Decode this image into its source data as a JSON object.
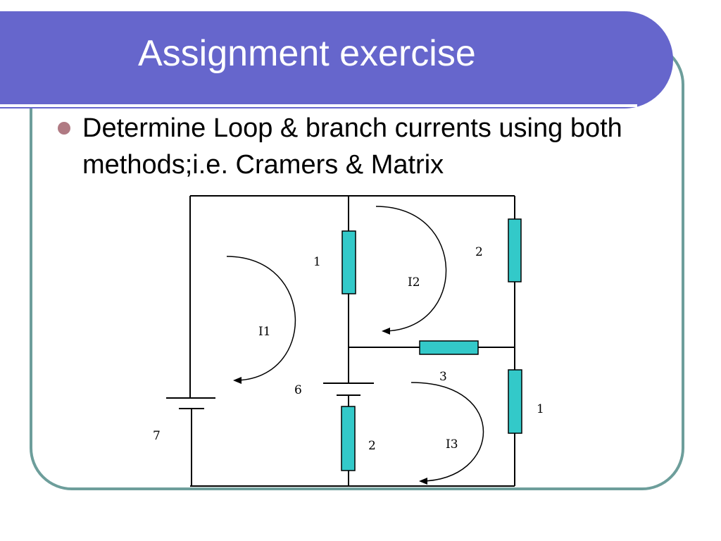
{
  "slide": {
    "title": "Assignment exercise",
    "bullets": [
      "Determine Loop & branch currents using both methods;i.e. Cramers & Matrix"
    ]
  },
  "circuit": {
    "resistor_labels": [
      "1",
      "2",
      "3",
      "1",
      "2"
    ],
    "battery_labels": [
      "7",
      "6"
    ],
    "loop_currents": [
      "I1",
      "I2",
      "I3"
    ]
  },
  "colors": {
    "title_bar": "#6666cc",
    "frame_border": "#6d9e9b",
    "bullet": "#b07a83",
    "resistor_fill": "#33c9c9"
  }
}
